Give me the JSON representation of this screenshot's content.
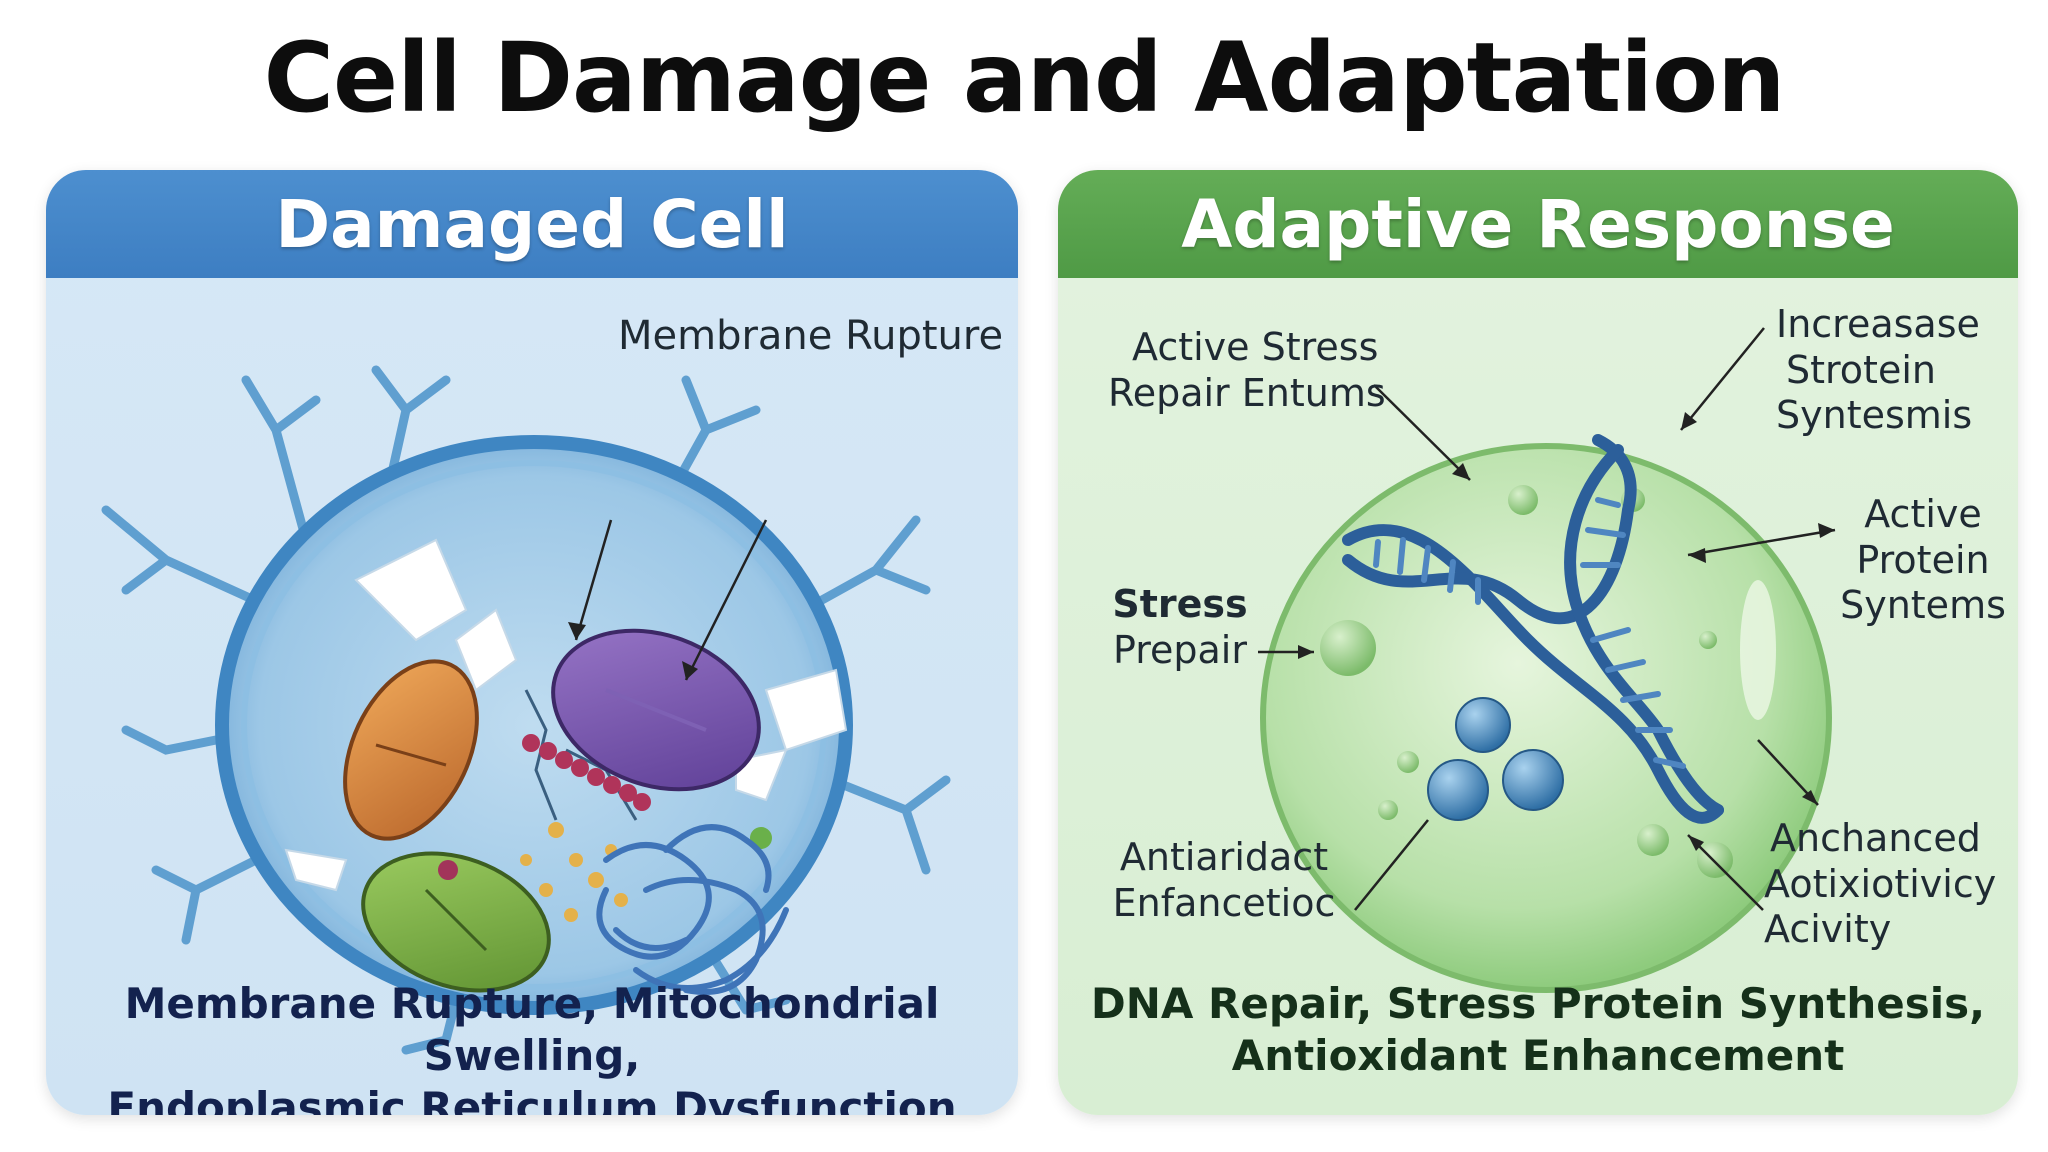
{
  "title": "Cell Damage and Adaptation",
  "colors": {
    "left_header": "#3d7ec2",
    "right_header": "#4f9a45",
    "left_panel_bg": "#d2e5f4",
    "right_panel_bg": "#dcefd7"
  },
  "left_panel": {
    "header": "Damaged Cell",
    "label_membrane": "Membrane Rupture",
    "caption_line1": "Membrane Rupture, Mitochondrial Swelling,",
    "caption_line2": "Endoplasmic Reticulum Dysfunction"
  },
  "right_panel": {
    "header": "Adaptive Response",
    "label_active_stress_1": "Active Stress",
    "label_active_stress_2": "Repair Entums",
    "label_increase_1": "Increasase",
    "label_increase_2": "Strotein",
    "label_increase_3": "Syntesmis",
    "label_active_protein_1": "Active",
    "label_active_protein_2": "Protein",
    "label_active_protein_3": "Syntems",
    "label_stress": "Stress",
    "label_prepair": "Prepair",
    "label_antiaridact_1": "Antiaridact",
    "label_antiaridact_2": "Enfancetioc",
    "label_anchanced_1": "Anchanced",
    "label_anchanced_2": "Aotixiotivicy",
    "label_anchanced_3": "Acivity",
    "caption_line1": "DNA Repair, Stress Protein Synthesis,",
    "caption_line2": "Antioxidant Enhancement"
  }
}
